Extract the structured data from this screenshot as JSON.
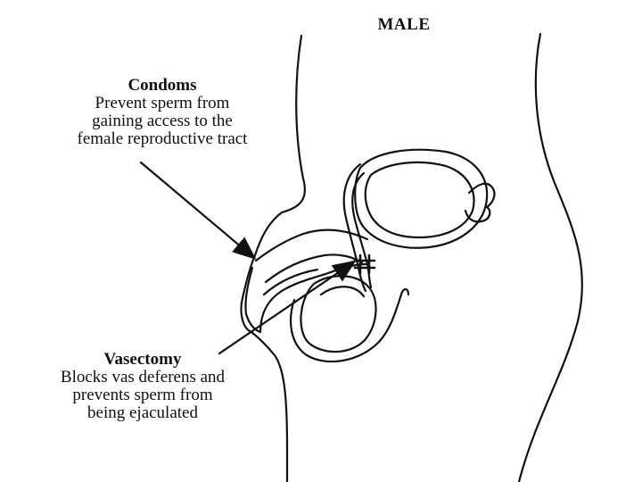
{
  "title": "MALE",
  "labels": {
    "condoms": {
      "heading": "Condoms",
      "lines": [
        "Prevent sperm from",
        "gaining access to the",
        "female reproductive tract"
      ]
    },
    "vasectomy": {
      "heading": "Vasectomy",
      "lines": [
        "Blocks vas deferens and",
        "prevents sperm from",
        "being ejaculated"
      ]
    }
  },
  "colors": {
    "ink": "#111111",
    "background": "#ffffff"
  }
}
